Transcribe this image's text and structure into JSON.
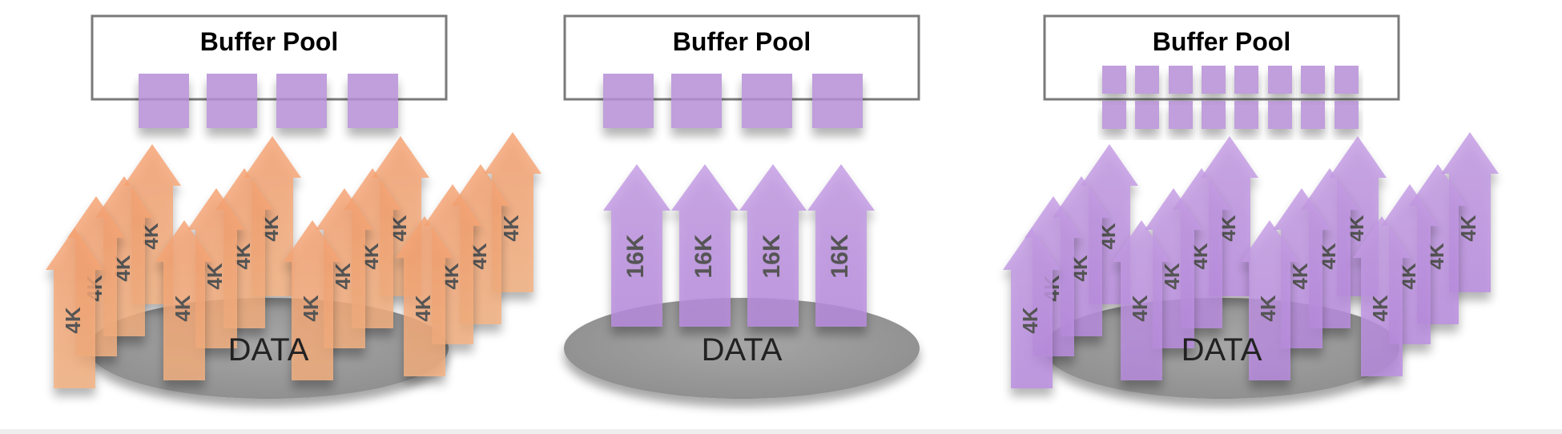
{
  "panels": [
    {
      "pool_label": "Buffer Pool",
      "data_label": "DATA",
      "arrow_label": "4K",
      "arrow_color": "#f08a52",
      "slot_color": "#b68fd6",
      "slots": 4
    },
    {
      "pool_label": "Buffer Pool",
      "data_label": "DATA",
      "arrow_label": "16K",
      "arrow_color": "#b68fd6",
      "slot_color": "#b68fd6",
      "slots": 4
    },
    {
      "pool_label": "Buffer Pool",
      "data_label": "DATA",
      "arrow_label": "4K",
      "arrow_color": "#a878d6",
      "slot_color": "#b68fd6",
      "slots": 16
    }
  ],
  "colors": {
    "pool_border": "#7a7a7a",
    "data_ellipse": "#9a9a9a",
    "arrow_text": "#555555"
  }
}
